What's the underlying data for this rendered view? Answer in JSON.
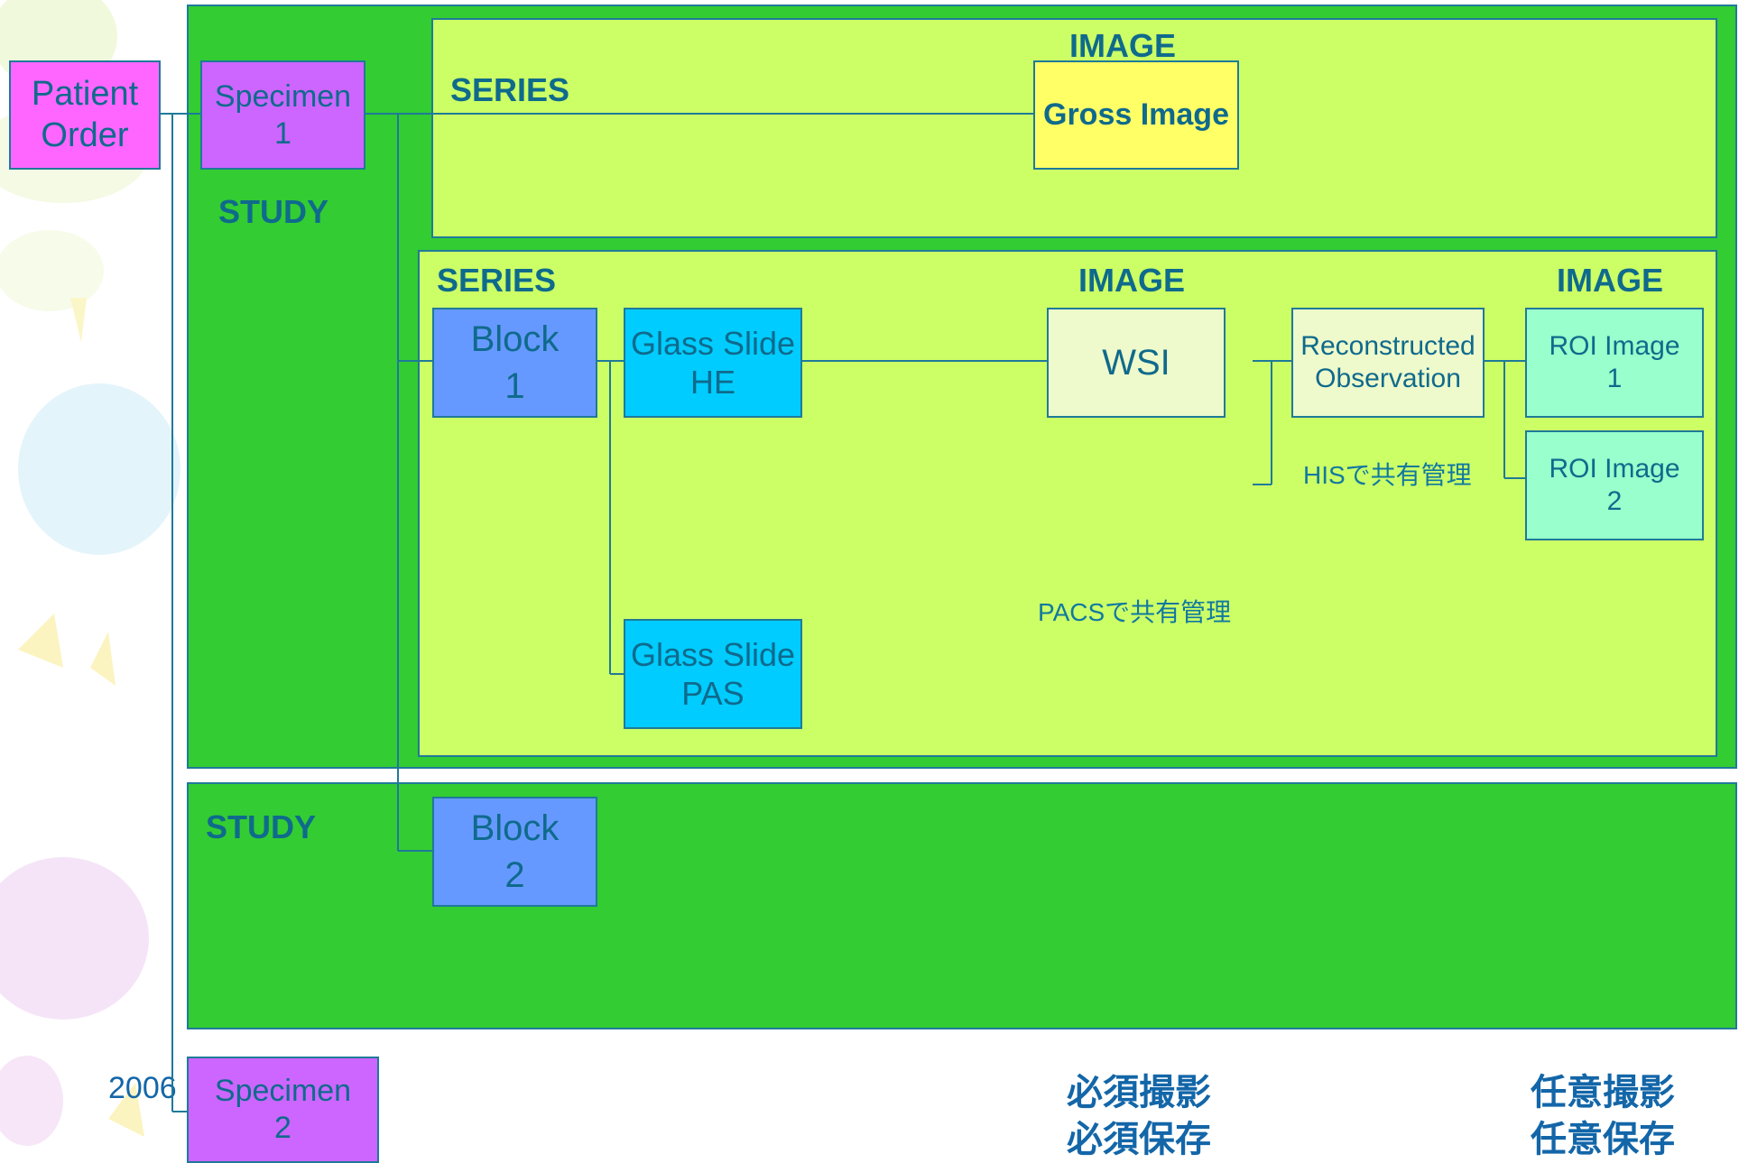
{
  "labels": {
    "study_1": "STUDY",
    "study_2": "STUDY",
    "series_1": "SERIES",
    "series_2": "SERIES",
    "image_top": "IMAGE",
    "image_wsi": "IMAGE",
    "image_roi": "IMAGE"
  },
  "nodes": {
    "patient_order": "Patient\nOrder",
    "specimen_1": "Specimen\n1",
    "specimen_2": "Specimen\n2",
    "gross_image": "Gross Image",
    "block_1": "Block\n1",
    "block_2": "Block\n2",
    "glass_slide_he": "Glass Slide\nHE",
    "glass_slide_pas": "Glass Slide\nPAS",
    "wsi": "WSI",
    "reconstructed_observation": "Reconstructed\nObservation",
    "roi_image_1": "ROI Image\n1",
    "roi_image_2": "ROI Image\n2"
  },
  "notes": {
    "his_shared": "HISで共有管理",
    "pacs_shared": "PACSで共有管理"
  },
  "legend": {
    "required": "必須撮影\n必須保存",
    "optional": "任意撮影\n任意保存"
  },
  "footer": {
    "year": "2006"
  },
  "colors": {
    "study_panel": "#33cc33",
    "series_panel": "#ccff66",
    "patient_order": "#ff66ff",
    "specimen": "#cc66ff",
    "block": "#6699ff",
    "glass_slide": "#00ccff",
    "gross_image": "#ffff66",
    "roi_image": "#99ffcc",
    "connector": "#1f7a99"
  }
}
